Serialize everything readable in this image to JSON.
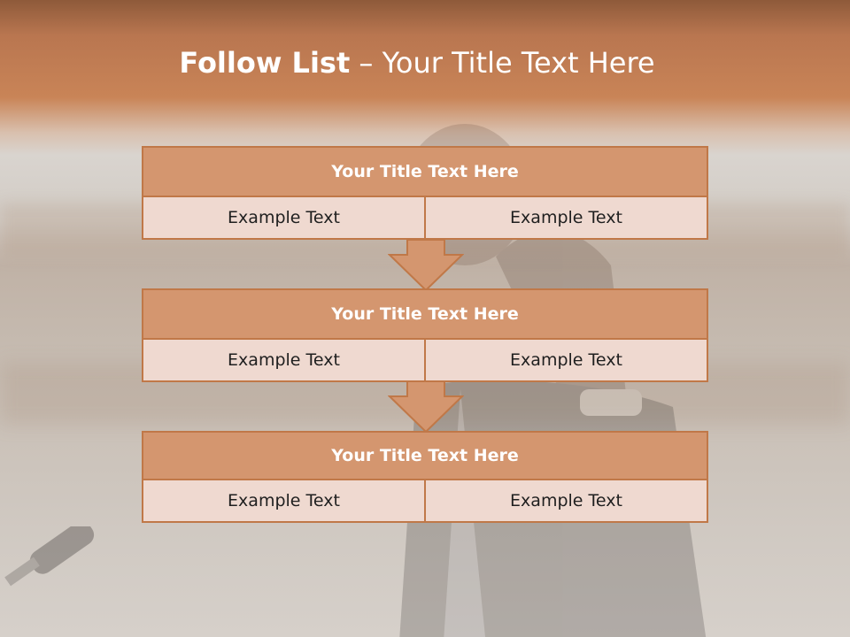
{
  "slide": {
    "title_bold": "Follow List",
    "title_rest": " – Your Title Text Here"
  },
  "blocks": [
    {
      "title": "Your Title Text Here",
      "cells": [
        "Example Text",
        "Example Text"
      ]
    },
    {
      "title": "Your Title Text Here",
      "cells": [
        "Example Text",
        "Example Text"
      ]
    },
    {
      "title": "Your Title Text Here",
      "cells": [
        "Example Text",
        "Example Text"
      ]
    }
  ],
  "colors": {
    "header_band": "#c98457",
    "block_title_fill": "#d4966f",
    "block_border": "#c07848",
    "cell_fill": "#efd9d0"
  }
}
